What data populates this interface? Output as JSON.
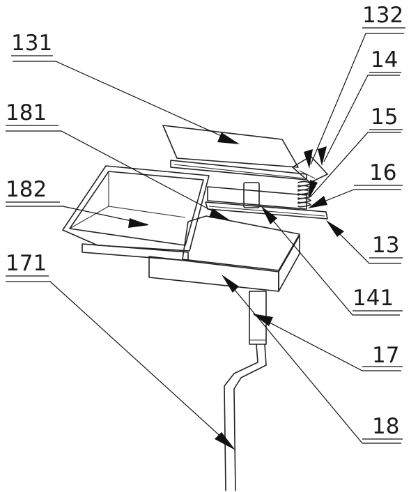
{
  "figure": {
    "callouts": [
      {
        "id": "c131",
        "label": "131"
      },
      {
        "id": "c132",
        "label": "132"
      },
      {
        "id": "c14",
        "label": "14"
      },
      {
        "id": "c15",
        "label": "15"
      },
      {
        "id": "c181",
        "label": "181"
      },
      {
        "id": "c16",
        "label": "16"
      },
      {
        "id": "c182",
        "label": "182"
      },
      {
        "id": "c13",
        "label": "13"
      },
      {
        "id": "c171",
        "label": "171"
      },
      {
        "id": "c141",
        "label": "141"
      },
      {
        "id": "c17",
        "label": "17"
      },
      {
        "id": "c18",
        "label": "18"
      }
    ]
  }
}
